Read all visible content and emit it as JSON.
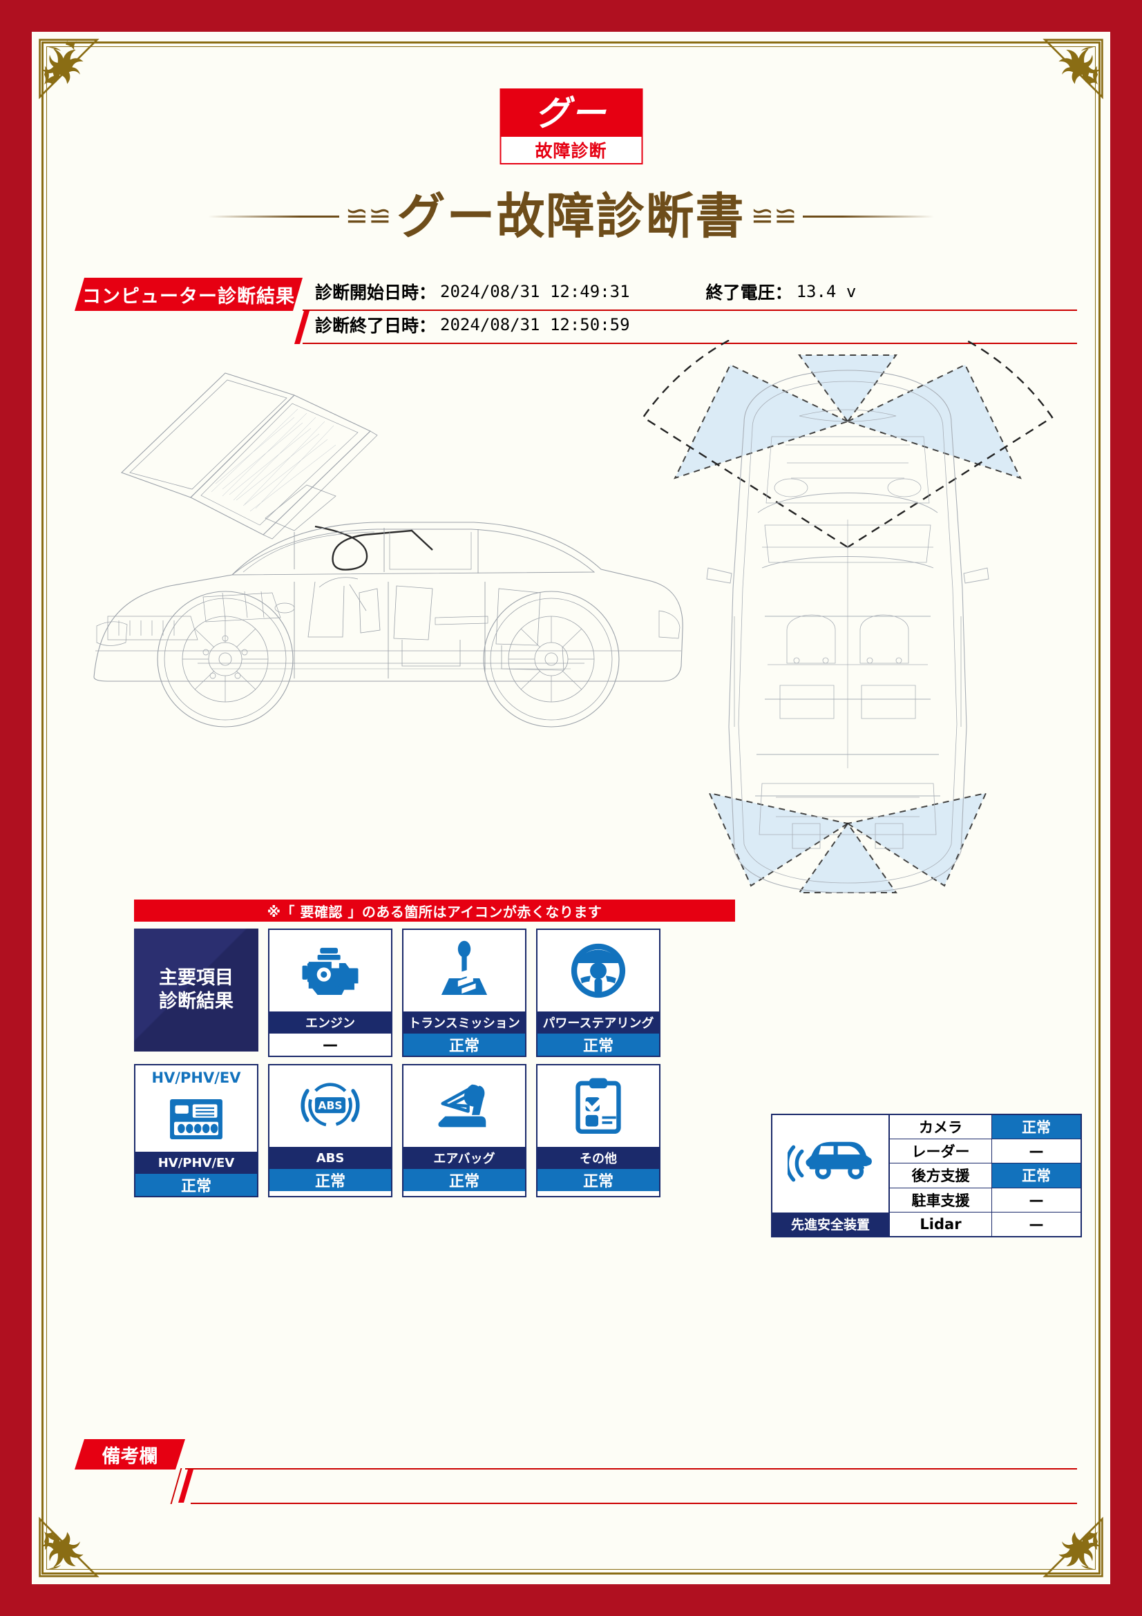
{
  "logo": {
    "mark": "グー",
    "caption": "故障診断"
  },
  "title": "グー故障診断書",
  "diagnosis_header": {
    "ribbon_label": "コンピューター診断結果",
    "start_label": "診断開始日時：",
    "start_value": "2024/08/31 12:49:31",
    "end_label": "診断終了日時：",
    "end_value": "2024/08/31 12:50:59",
    "voltage_label": "終了電圧：",
    "voltage_value": "13.4 v"
  },
  "results": {
    "notice": "※「 要確認 」のある箇所はアイコンが赤くなります",
    "section_label_line1": "主要項目",
    "section_label_line2": "診断結果",
    "items": [
      {
        "name": "エンジン",
        "status": "—",
        "status_ok": false,
        "icon": "engine-icon"
      },
      {
        "name": "トランスミッション",
        "status": "正常",
        "status_ok": true,
        "icon": "transmission-icon"
      },
      {
        "name": "パワーステアリング",
        "status": "正常",
        "status_ok": true,
        "icon": "steering-wheel-icon"
      },
      {
        "name": "HV/PHV/EV",
        "status": "正常",
        "status_ok": true,
        "icon": "battery-module-icon",
        "top_label": "HV/PHV/EV"
      },
      {
        "name": "ABS",
        "status": "正常",
        "status_ok": true,
        "icon": "abs-icon"
      },
      {
        "name": "エアバッグ",
        "status": "正常",
        "status_ok": true,
        "icon": "airbag-seat-icon"
      },
      {
        "name": "その他",
        "status": "正常",
        "status_ok": true,
        "icon": "clipboard-check-icon"
      }
    ]
  },
  "adas": {
    "caption": "先進安全装置",
    "rows": [
      {
        "name": "カメラ",
        "status": "正常",
        "status_ok": true
      },
      {
        "name": "レーダー",
        "status": "—",
        "status_ok": false
      },
      {
        "name": "後方支援",
        "status": "正常",
        "status_ok": true
      },
      {
        "name": "駐車支援",
        "status": "—",
        "status_ok": false
      },
      {
        "name": "Lidar",
        "status": "—",
        "status_ok": false
      }
    ]
  },
  "remarks": {
    "label": "備考欄",
    "value": ""
  },
  "colors": {
    "border_red": "#b01020",
    "accent_red": "#e60012",
    "gold": "#8a6d14",
    "title_brown": "#6e4d1a",
    "navy": "#1b2a6b",
    "status_blue": "#1272bd",
    "sensor_blue": "#d6e9f7"
  }
}
